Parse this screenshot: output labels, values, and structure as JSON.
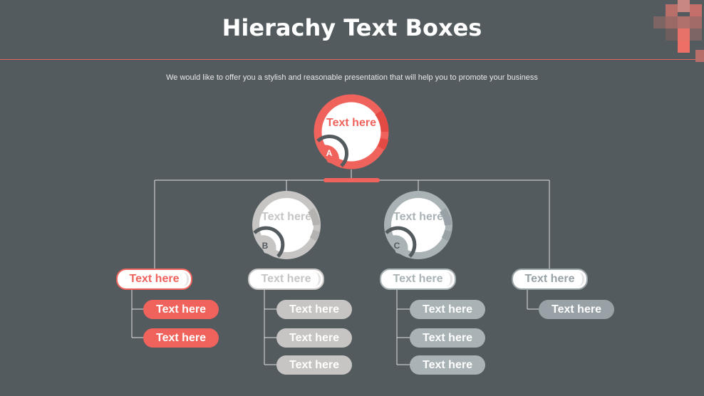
{
  "slide": {
    "title": "Hierachy Text Boxes",
    "subtitle": "We would like to offer you a stylish and reasonable presentation that will help you to promote your business"
  },
  "colors": {
    "background": "#535b5f",
    "accent": "#f0635c",
    "gray": "#c7c5c3",
    "blue_gray": "#a9b3b5",
    "slate": "#98a2a6",
    "line": "#e0e0e0"
  },
  "top_node": {
    "label": "Text here",
    "letter": "A"
  },
  "columns": [
    {
      "header": "Text here",
      "circle": null,
      "items": [
        "Text here",
        "Text here"
      ]
    },
    {
      "header": "Text here",
      "circle": {
        "label": "Text here",
        "letter": "B"
      },
      "items": [
        "Text here",
        "Text here",
        "Text here"
      ]
    },
    {
      "header": "Text here",
      "circle": {
        "label": "Text here",
        "letter": "C"
      },
      "items": [
        "Text here",
        "Text here",
        "Text here"
      ]
    },
    {
      "header": "Text here",
      "circle": null,
      "items": [
        "Text here"
      ]
    }
  ]
}
